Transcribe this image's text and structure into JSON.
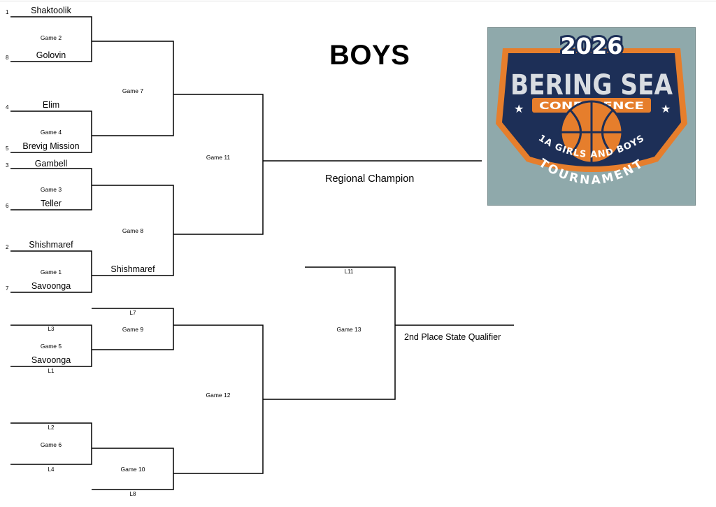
{
  "title": "BOYS",
  "regional_champion": "Regional Champion",
  "second_place": "2nd Place State Qualifier",
  "seeds": {
    "shaktoolik": "1",
    "golovin": "8",
    "elim": "4",
    "brevig": "5",
    "gambell": "3",
    "teller": "6",
    "shishmaref": "2",
    "savoonga": "7"
  },
  "teams": {
    "shaktoolik": "Shaktoolik",
    "golovin": "Golovin",
    "elim": "Elim",
    "brevig": "Brevig Mission",
    "gambell": "Gambell",
    "teller": "Teller",
    "shishmaref": "Shishmaref",
    "savoonga": "Savoonga",
    "game8_winner": "Shishmaref",
    "game5_winner": "Savoonga"
  },
  "games": {
    "g1": "Game 1",
    "g2": "Game 2",
    "g3": "Game 3",
    "g4": "Game 4",
    "g5": "Game 5",
    "g6": "Game 6",
    "g7": "Game 7",
    "g8": "Game 8",
    "g9": "Game 9",
    "g10": "Game 10",
    "g11": "Game 11",
    "g12": "Game 12",
    "g13": "Game 13"
  },
  "slots": {
    "l1": "L1",
    "l2": "L2",
    "l3": "L3",
    "l4": "L4",
    "l7": "L7",
    "l8": "L8",
    "l11": "L11"
  },
  "logo": {
    "year": "2026",
    "line1": "BERING SEA",
    "line2": "CONFERENCE",
    "line3": "1A GIRLS AND BOYS",
    "line4": "TOURNAMENT",
    "colors": {
      "background": "#8fa9ab",
      "navy": "#1d2f57",
      "orange": "#e67e2c",
      "white": "#ffffff"
    }
  }
}
